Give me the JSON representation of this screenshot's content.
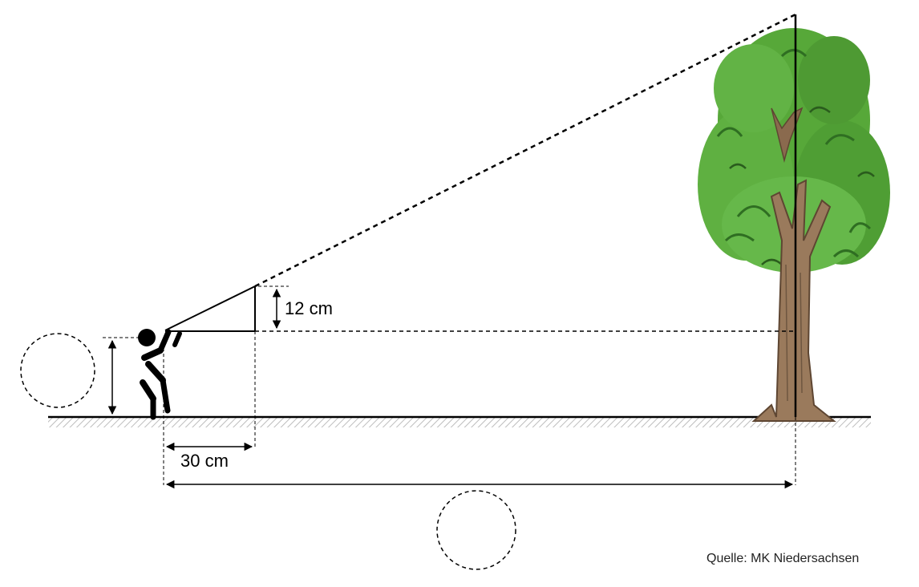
{
  "labels": {
    "vertical_measure": "12 cm",
    "horizontal_measure": "30 cm",
    "source": "Quelle: MK Niedersachsen"
  },
  "colors": {
    "line": "#000000",
    "foliage": "#57a839",
    "foliage_dark": "#2f6e22",
    "trunk": "#9a7a5c",
    "trunk_dark": "#5e4632"
  },
  "icons": [
    "person-icon",
    "tree-icon"
  ]
}
